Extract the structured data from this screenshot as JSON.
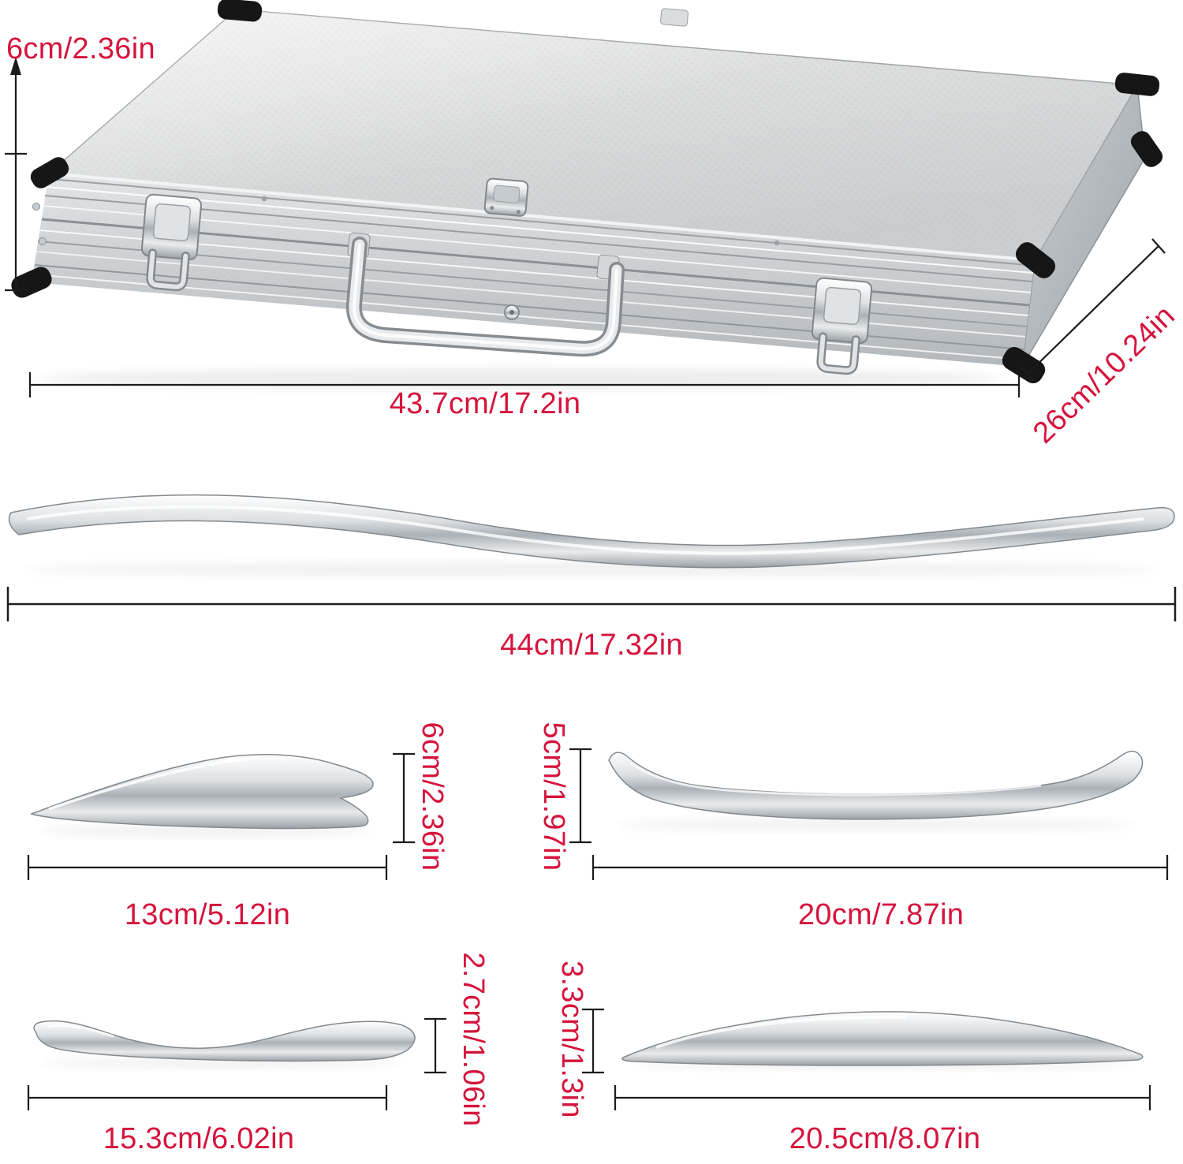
{
  "colors": {
    "dimension_text": "#d5143d",
    "dimension_line": "#1c1c1c",
    "metal_light": "#f2f3f4",
    "metal_dark": "#9aa1a7"
  },
  "case": {
    "height_label": "6cm/2.36in",
    "width_label": "43.7cm/17.2in",
    "depth_label": "26cm/10.24in"
  },
  "long_tool": {
    "length_label": "44cm/17.32in"
  },
  "tools": [
    {
      "name": "small-gua-sha-tool",
      "width_label": "13cm/5.12in",
      "height_label": "6cm/2.36in"
    },
    {
      "name": "handle-bar-tool",
      "width_label": "20cm/7.87in",
      "height_label": "5cm/1.97in"
    },
    {
      "name": "wave-scraper-tool",
      "width_label": "15.3cm/6.02in",
      "height_label": "2.7cm/1.06in"
    },
    {
      "name": "lens-scraper-tool",
      "width_label": "20.5cm/8.07in",
      "height_label": "3.3cm/1.3in"
    }
  ]
}
